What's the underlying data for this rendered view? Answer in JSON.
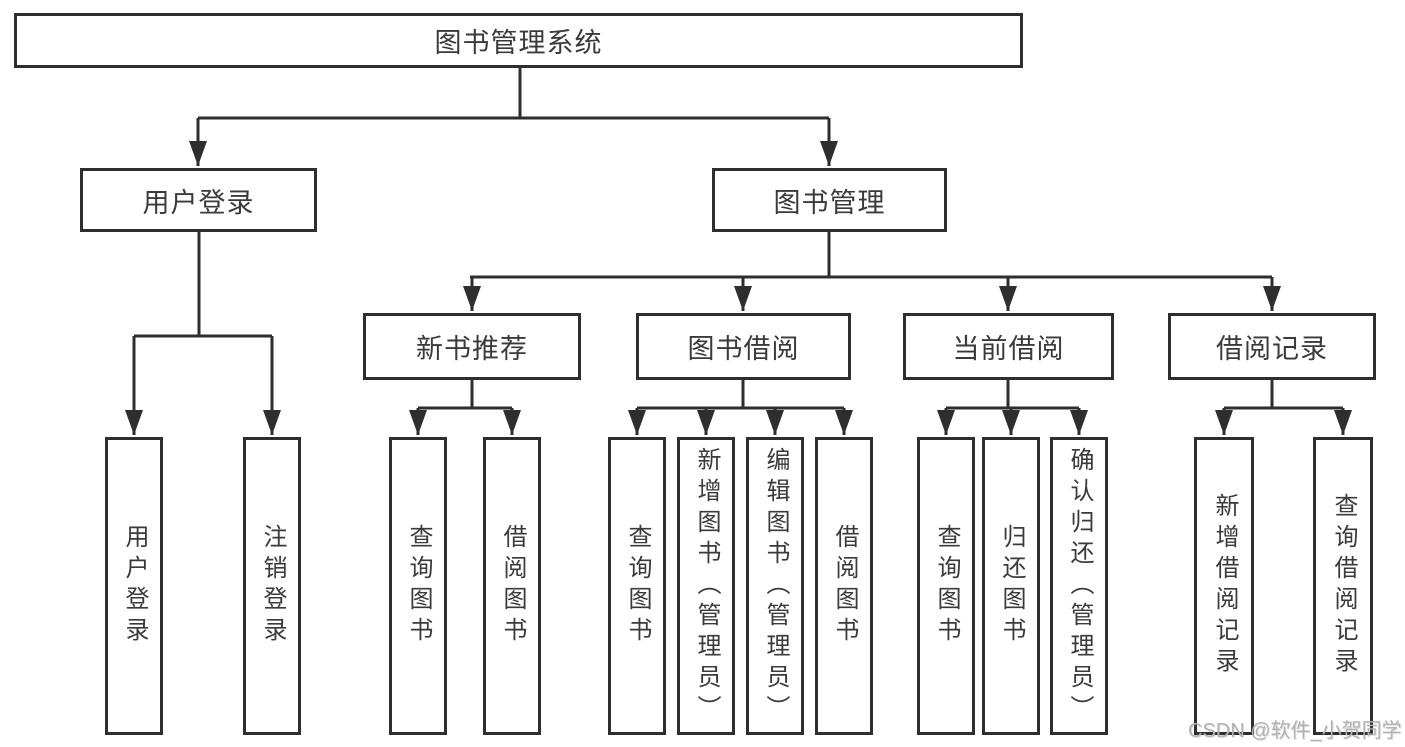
{
  "tree": {
    "root": {
      "label": "图书管理系统",
      "children": [
        {
          "label": "用户登录",
          "children": [
            {
              "label": "用户登录"
            },
            {
              "label": "注销登录"
            }
          ]
        },
        {
          "label": "图书管理",
          "children": [
            {
              "label": "新书推荐",
              "children": [
                {
                  "label": "查询图书"
                },
                {
                  "label": "借阅图书"
                }
              ]
            },
            {
              "label": "图书借阅",
              "children": [
                {
                  "label": "查询图书"
                },
                {
                  "label": "新增图书（管理员）"
                },
                {
                  "label": "编辑图书（管理员）"
                },
                {
                  "label": "借阅图书"
                }
              ]
            },
            {
              "label": "当前借阅",
              "children": [
                {
                  "label": "查询图书"
                },
                {
                  "label": "归还图书"
                },
                {
                  "label": "确认归还（管理员）"
                }
              ]
            },
            {
              "label": "借阅记录",
              "children": [
                {
                  "label": "新增借阅记录"
                },
                {
                  "label": "查询借阅记录"
                }
              ]
            }
          ]
        }
      ]
    }
  },
  "watermark": {
    "text": "CSDN @软件_小贺同学"
  },
  "colors": {
    "line": "#2e2e2e",
    "box_border": "#2e2e2e",
    "box_fill": "#ffffff",
    "text": "#3a3a3a",
    "watermark": "#b3b3b3",
    "background": "#ffffff"
  }
}
